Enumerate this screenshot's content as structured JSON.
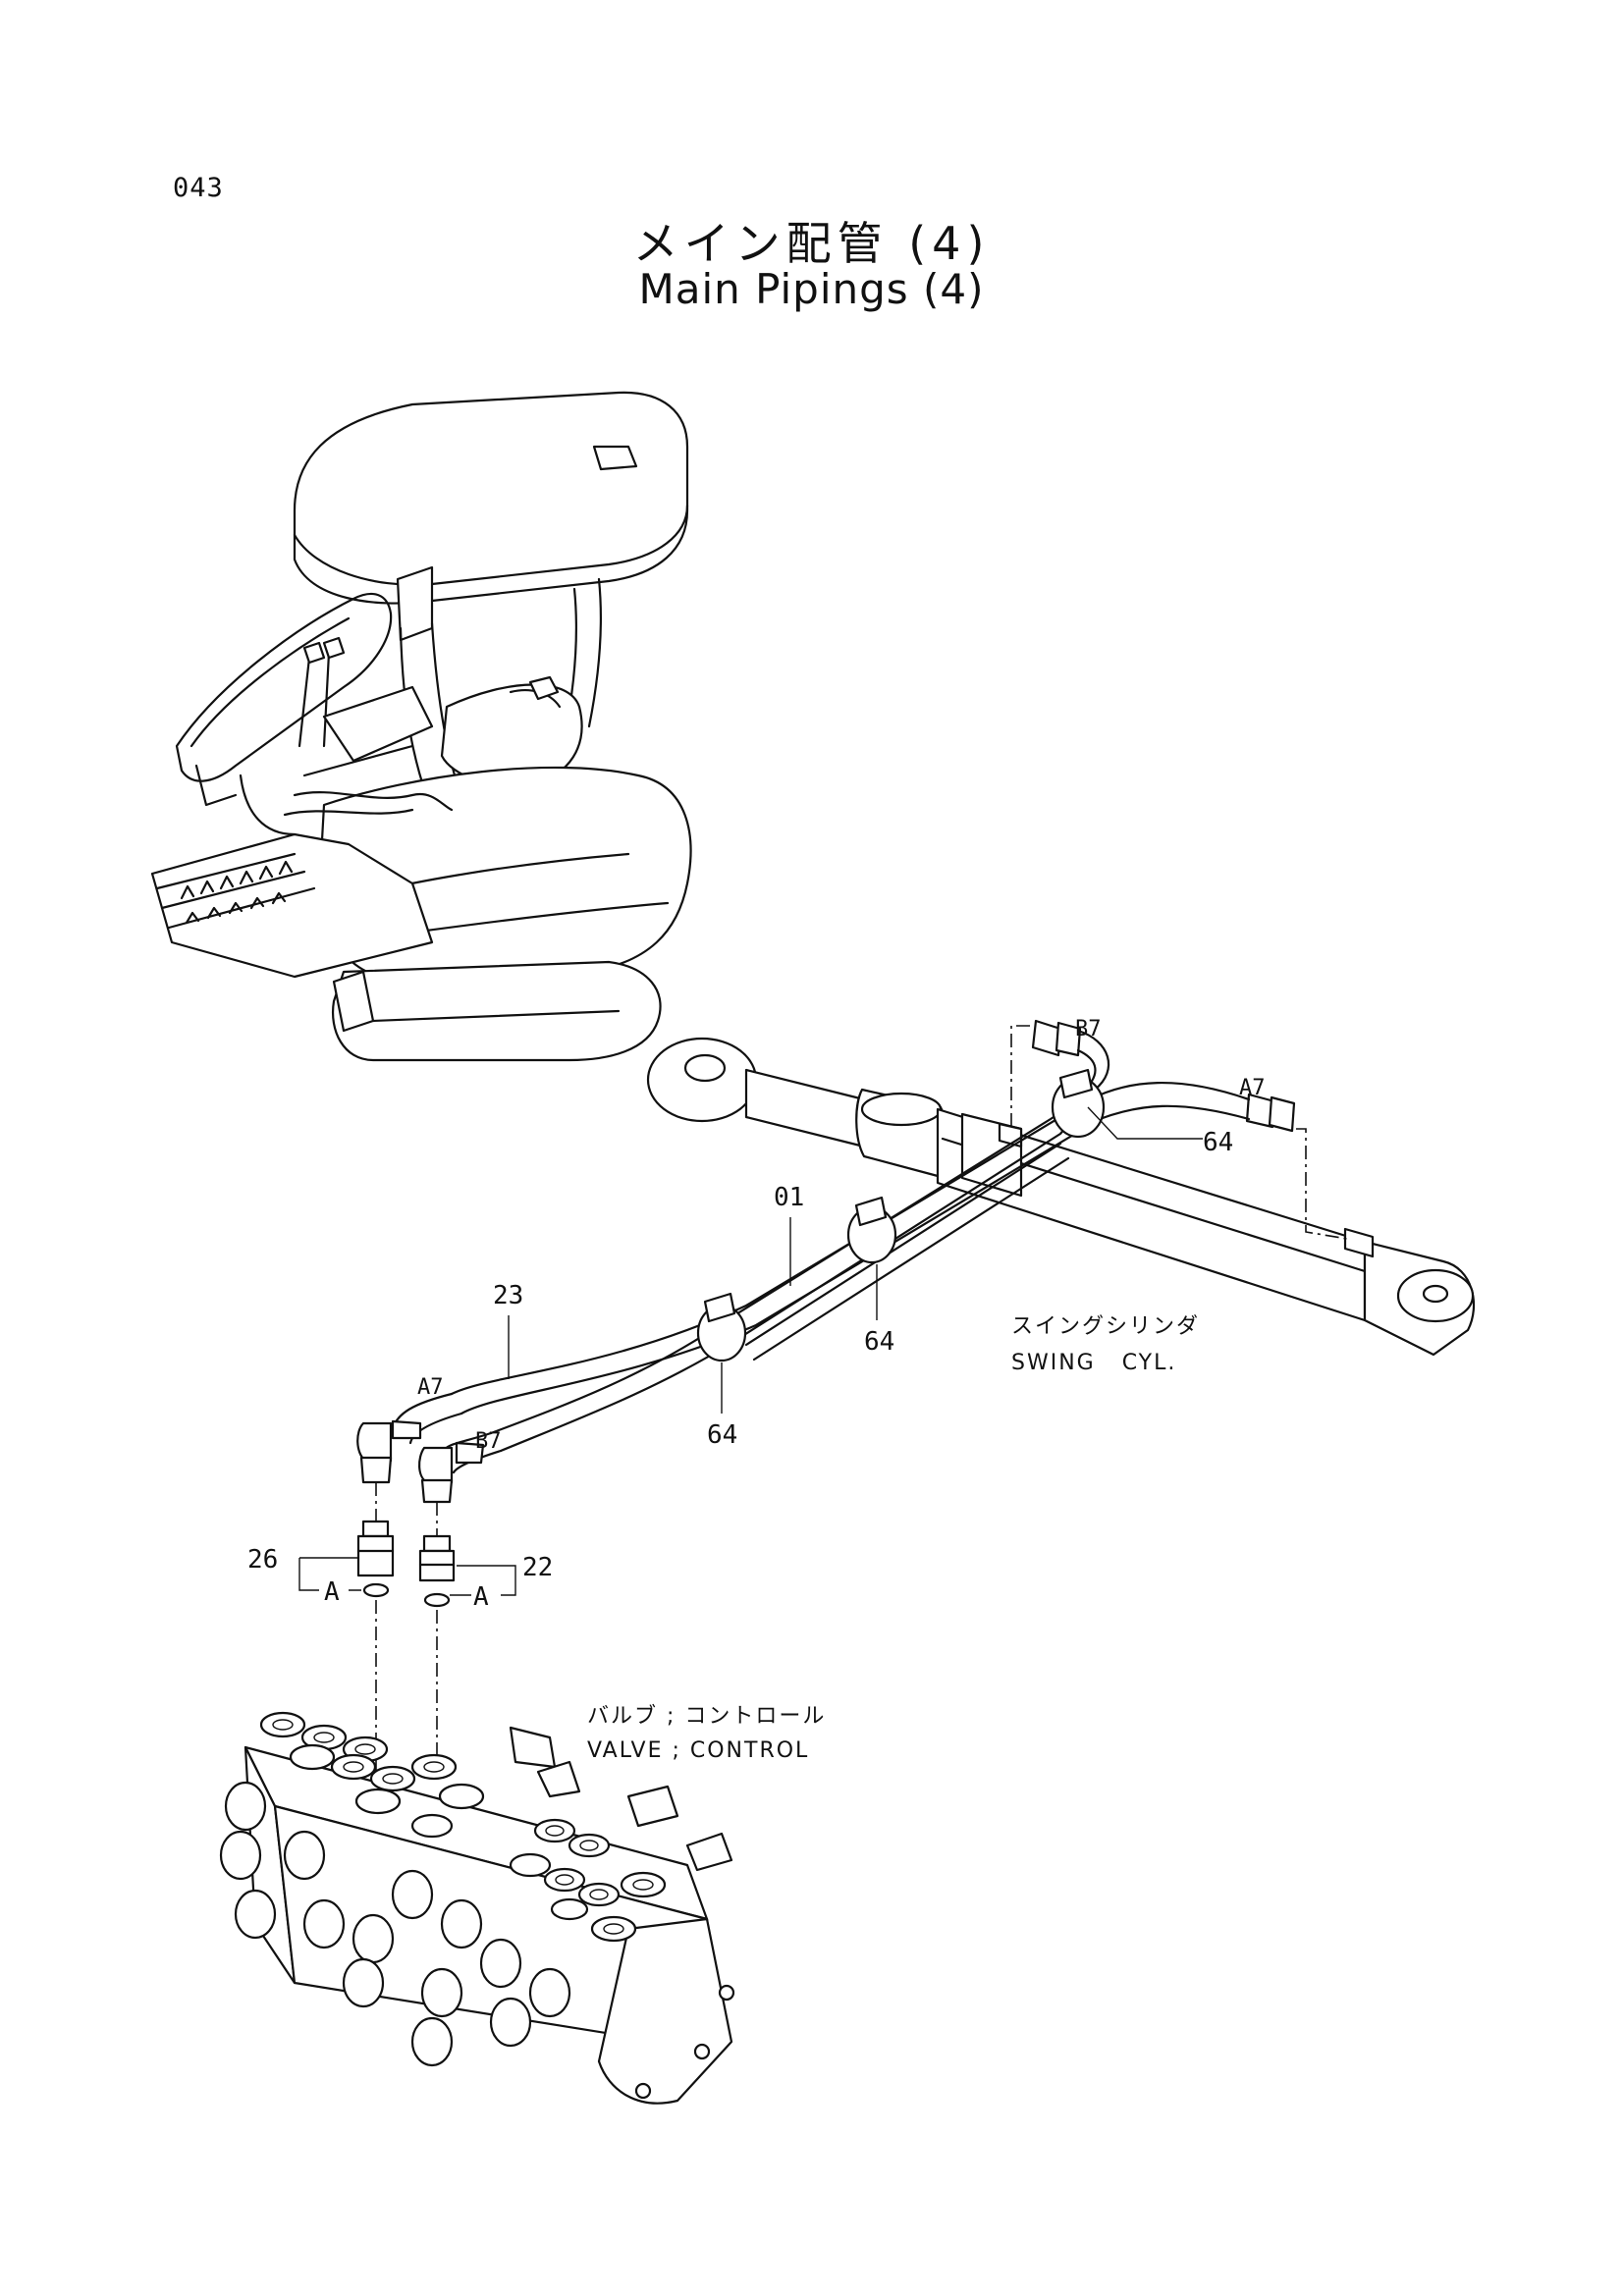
{
  "page_number": "043",
  "title_jp": "メイン配管 (4)",
  "title_en": "Main Pipings (4)",
  "callouts": {
    "pipe_01": "01",
    "hose_23": "23",
    "clamp_64_right": "64",
    "clamp_64_mid": "64",
    "clamp_64_left": "64",
    "fitting_26": "26",
    "fitting_22": "22",
    "port_a7_top": "A7",
    "port_b7_top": "B7",
    "port_a7_bottom": "A7",
    "port_b7_bottom": "B7",
    "detail_a_left": "A",
    "detail_a_right": "A"
  },
  "components": {
    "swing_cylinder_jp": "スイングシリンダ",
    "swing_cylinder_en": "SWING   CYL.",
    "control_valve_jp": "バルブ ; コントロール",
    "control_valve_en": "VALVE ; CONTROL"
  }
}
